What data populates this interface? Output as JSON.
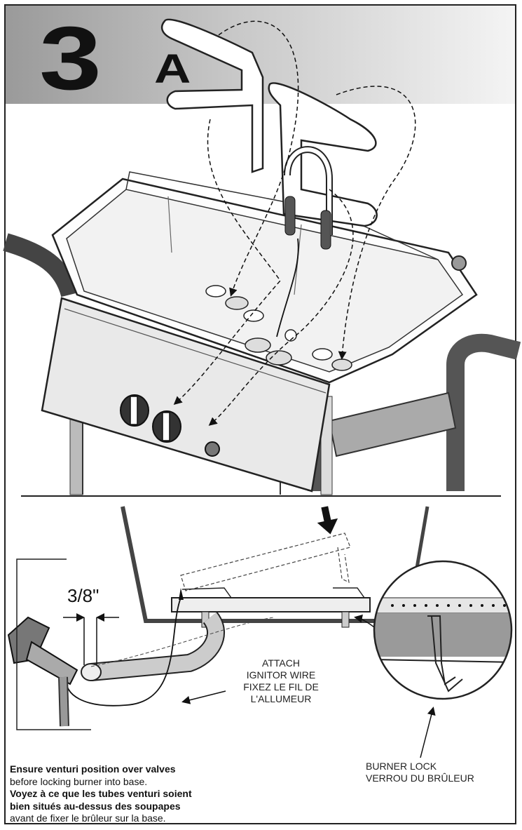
{
  "header": {
    "step_number": "3",
    "step_letter": "A"
  },
  "dimension": {
    "label": "3/8\""
  },
  "callouts": {
    "attach_line1": "ATTACH",
    "attach_line2": "IGNITOR WIRE",
    "attach_line3": "FIXEZ LE FIL DE",
    "attach_line4": "L'ALLUMEUR",
    "lock_line1": "BURNER LOCK",
    "lock_line2": "VERROU DU BRÛLEUR"
  },
  "note": {
    "en_bold": "Ensure venturi position over valves",
    "en_normal": "before locking burner into base.",
    "fr_bold_1": "Voyez à ce que les tubes venturi soient",
    "fr_bold_2": "bien situés au-dessus des soupapes",
    "fr_normal": "avant de fixer le brûleur sur la base."
  },
  "icons": [
    "step-badge",
    "arrow-down-icon",
    "magnifier-circle"
  ]
}
